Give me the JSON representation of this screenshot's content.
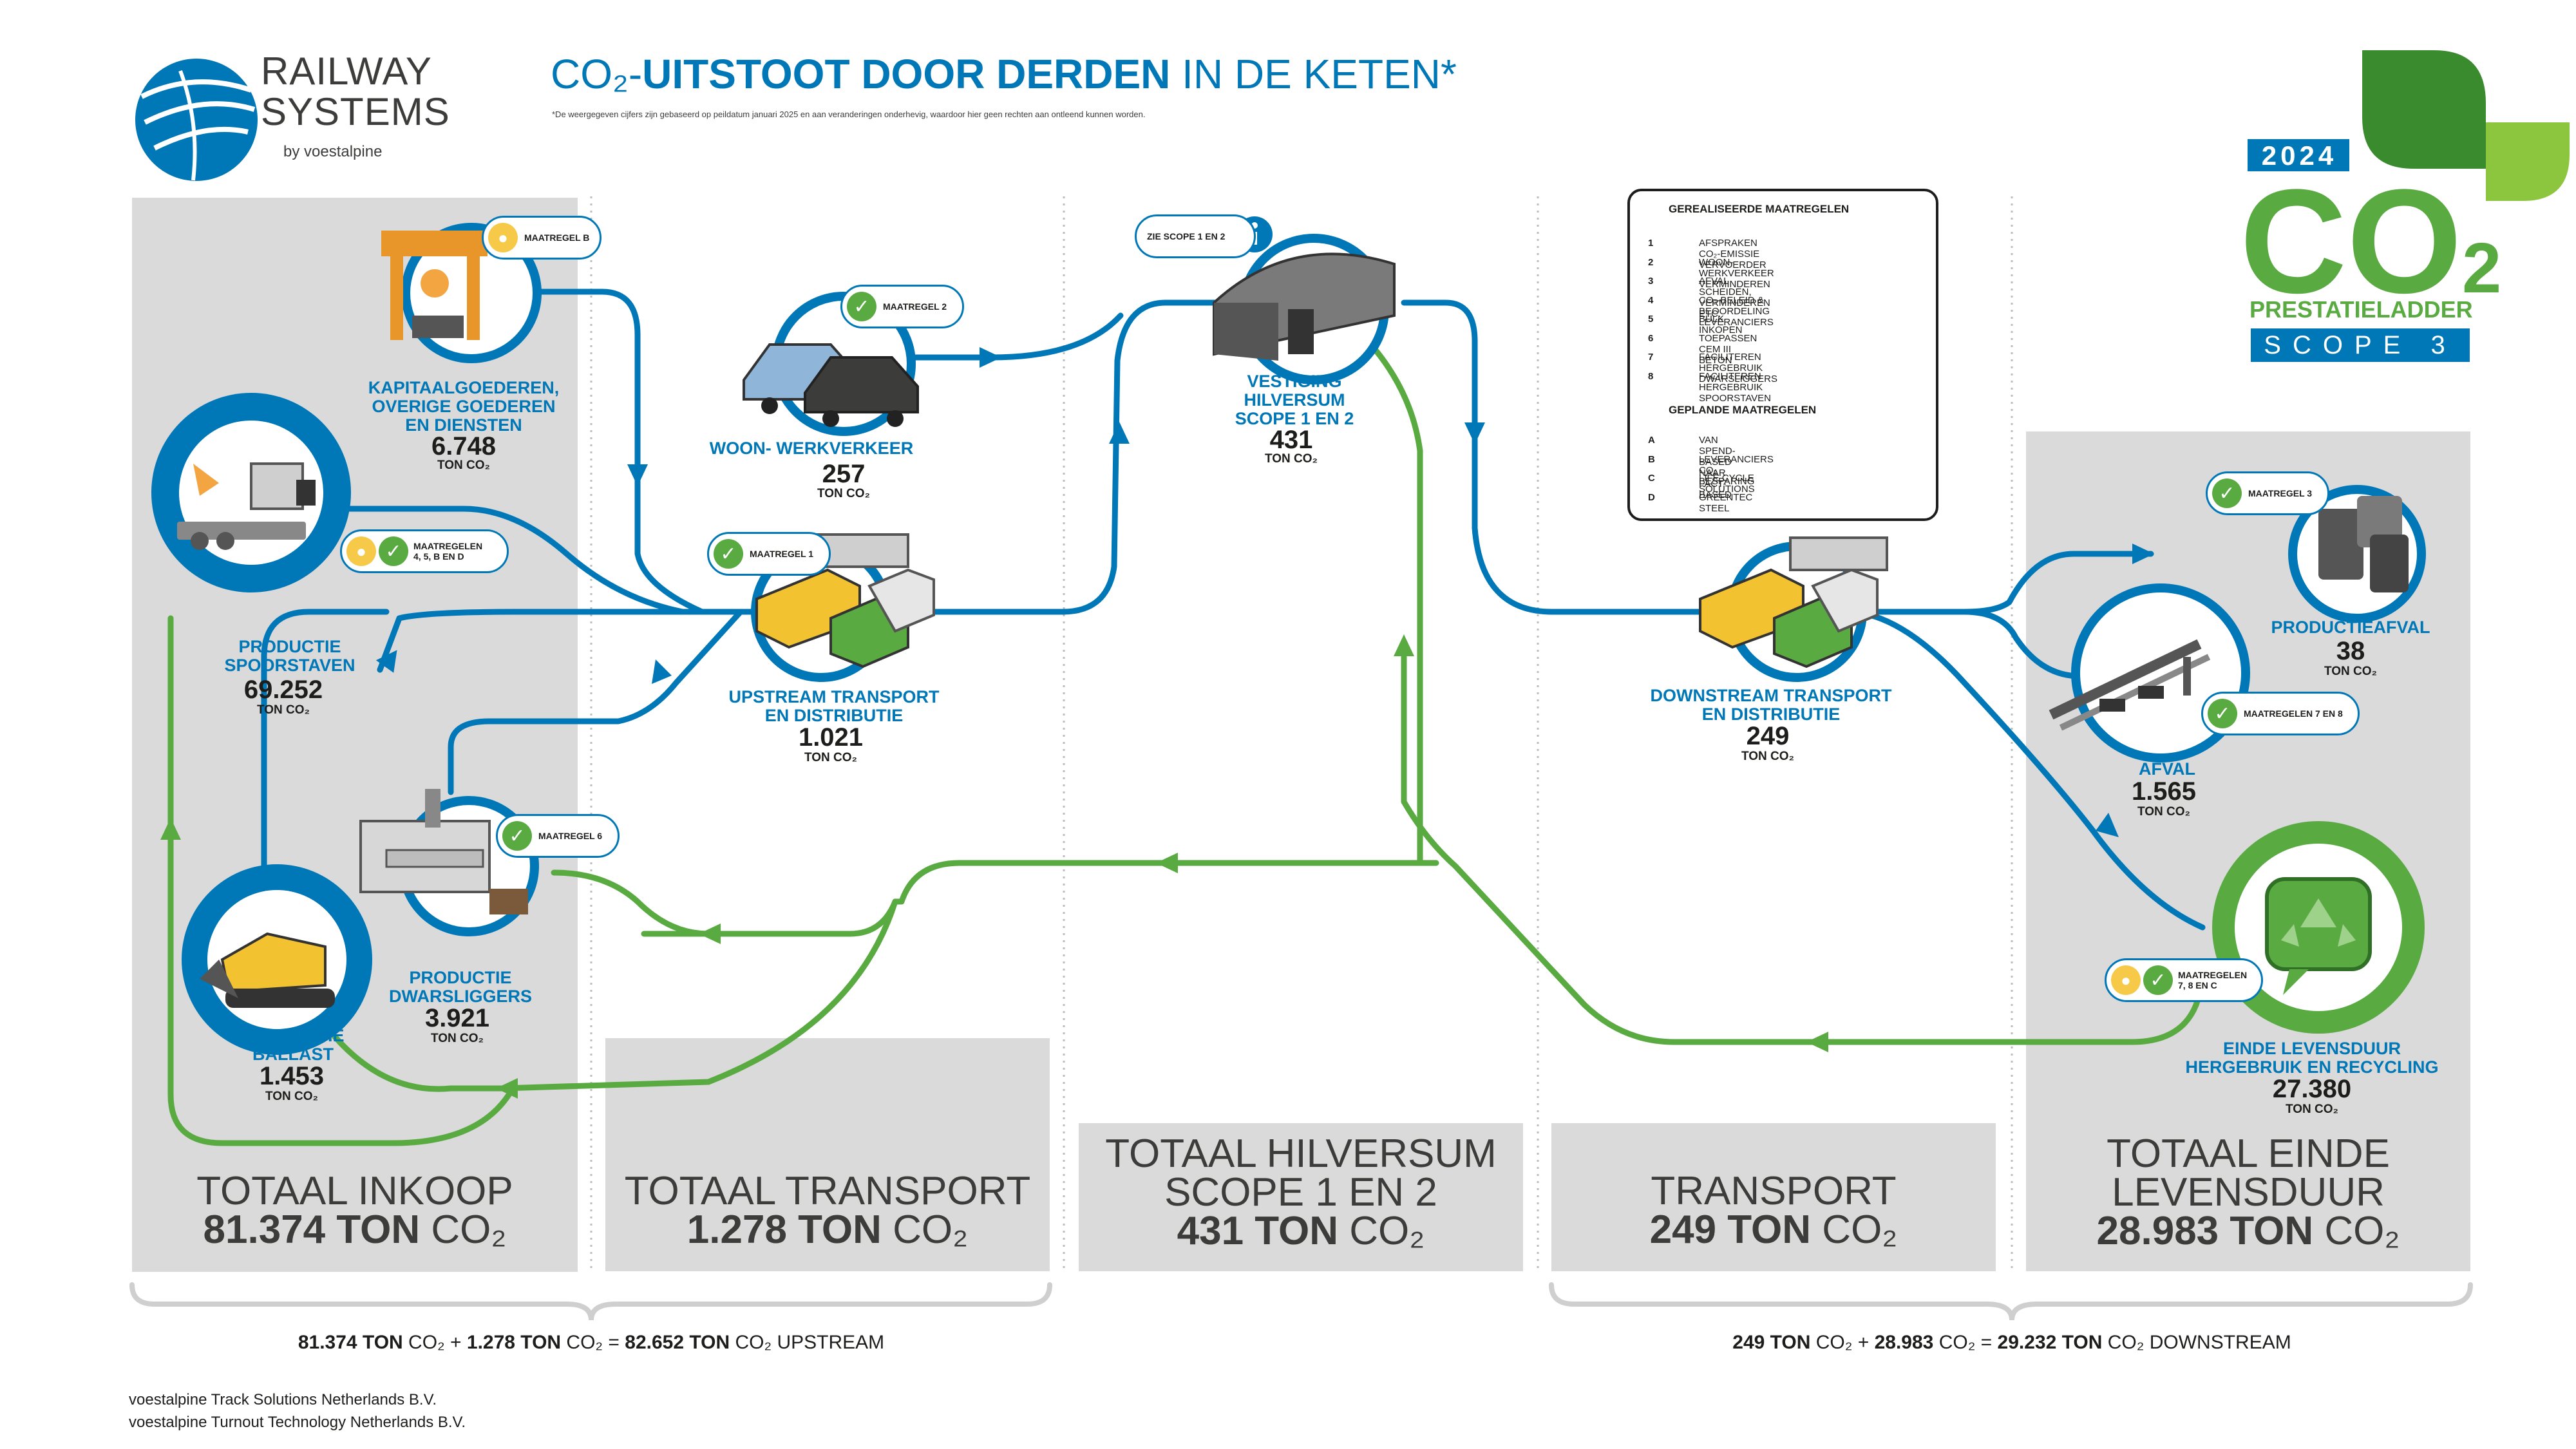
{
  "header": {
    "logo_line1": "RAILWAY",
    "logo_line2": "SYSTEMS",
    "logo_line3": "by voestalpine",
    "title_prefix": "CO₂-",
    "title_bold": "UITSTOOT DOOR DERDEN",
    "title_suffix": " IN DE KETEN*",
    "disclaimer": "*De weergegeven cijfers zijn gebaseerd op peildatum januari 2025 en aan veranderingen onderhevig, waardoor hier geen rechten aan ontleend kunnen worden."
  },
  "badge": {
    "year": "2024",
    "co2": "CO",
    "co2_sub": "2",
    "ladder": "PRESTATIELADDER",
    "scope": "SCOPE 3"
  },
  "nodes": {
    "kapitaal": {
      "label1": "KAPITAALGOEDEREN,",
      "label2": "OVERIGE GOEDEREN",
      "label3": "EN DIENSTEN",
      "value": "6.748",
      "unit": "TON CO₂"
    },
    "spoorstaven": {
      "label1": "PRODUCTIE",
      "label2": "SPOORSTAVEN",
      "value": "69.252",
      "unit": "TON CO₂"
    },
    "dwarsliggers": {
      "label1": "PRODUCTIE",
      "label2": "DWARSLIGGERS",
      "value": "3.921",
      "unit": "TON CO₂"
    },
    "ballast": {
      "label1": "PRODUCTIE",
      "label2": "BALLAST",
      "value": "1.453",
      "unit": "TON CO₂"
    },
    "woon": {
      "label1": "WOON- WERKVERKEER",
      "value": "257",
      "unit": "TON CO₂"
    },
    "upstream": {
      "label1": "UPSTREAM TRANSPORT",
      "label2": "EN DISTRIBUTIE",
      "value": "1.021",
      "unit": "TON CO₂"
    },
    "hilversum": {
      "label1": "VESTIGING",
      "label2": "HILVERSUM",
      "label3": "SCOPE 1 EN 2",
      "value": "431",
      "unit": "TON CO₂"
    },
    "downstream": {
      "label1": "DOWNSTREAM TRANSPORT",
      "label2": "EN DISTRIBUTIE",
      "value": "249",
      "unit": "TON CO₂"
    },
    "productieafval": {
      "label1": "PRODUCTIEAFVAL",
      "value": "38",
      "unit": "TON CO₂"
    },
    "afval": {
      "label1": "AFVAL",
      "value": "1.565",
      "unit": "TON CO₂"
    },
    "einde": {
      "label1": "EINDE LEVENSDUUR",
      "label2": "HERGEBRUIK EN RECYCLING",
      "value": "27.380",
      "unit": "TON CO₂"
    }
  },
  "pills": {
    "kapitaal": "MAATREGEL B",
    "spoorstaven_1": "MAATREGELEN",
    "spoorstaven_2": "4, 5, B EN D",
    "woon": "MAATREGEL 2",
    "upstream": "MAATREGEL 1",
    "dwarsliggers": "MAATREGEL 6",
    "hilversum": "ZIE SCOPE 1 EN 2",
    "productieafval": "MAATREGEL 3",
    "afval": "MAATREGELEN 7 EN 8",
    "einde_1": "MAATREGELEN",
    "einde_2": "7, 8 EN C"
  },
  "legend": {
    "realized_title": "GEREALISEERDE MAATREGELEN",
    "realized": [
      {
        "n": "1",
        "text": "AFSPRAKEN CO₂-EMISSIE VERVOERDER"
      },
      {
        "n": "2",
        "text": "WOON- WERKVERKEER VERMINDEREN"
      },
      {
        "n": "3",
        "text": "AFVAL SCHEIDEN, VERMINDEREN ETC."
      },
      {
        "n": "4",
        "text": "CO₂-BELEID & BEOORDELING LEVERANCIERS"
      },
      {
        "n": "5",
        "text": "BULK INKOPEN"
      },
      {
        "n": "6",
        "text": "TOEPASSEN CEM III BETON"
      },
      {
        "n": "7",
        "text": "FACILITEREN HERGEBRUIK DWARSLIGGERS"
      },
      {
        "n": "8",
        "text": "FACILITEREN HERGEBRUIK SPOORSTAVEN"
      }
    ],
    "planned_title": "GEPLANDE MAATREGELEN",
    "planned": [
      {
        "n": "A",
        "text": "VAN SPEND-BASED NAAR FACT-BASED"
      },
      {
        "n": "B",
        "text": "LEVERANCIERS CO₂ BESPARING"
      },
      {
        "n": "C",
        "text": "LIFE CYCLE SOLUTIONS"
      },
      {
        "n": "D",
        "text": "GREENTEC STEEL"
      }
    ]
  },
  "totals": {
    "inkoop_1": "TOTAAL INKOOP",
    "inkoop_2": "81.374 TON",
    "inkoop_3": "CO₂",
    "transport_1": "TOTAAL TRANSPORT",
    "transport_2": "1.278 TON",
    "transport_3": "CO₂",
    "hilversum_1": "TOTAAL HILVERSUM",
    "hilversum_2": "SCOPE 1 EN 2",
    "hilversum_3": "431 TON",
    "hilversum_4": "CO₂",
    "dtransport_1": "TRANSPORT",
    "dtransport_2": "249 TON",
    "dtransport_3": "CO₂",
    "einde_1": "TOTAAL EINDE",
    "einde_2": "LEVENSDUUR",
    "einde_3": "28.983 TON",
    "einde_4": "CO₂"
  },
  "sums": {
    "upstream": {
      "a": "81.374 TON",
      "a_u": " CO₂ + ",
      "b": "1.278 TON",
      "b_u": " CO₂ = ",
      "c": "82.652 TON",
      "c_u": " CO₂ UPSTREAM"
    },
    "downstream": {
      "a": "249 TON",
      "a_u": " CO₂ + ",
      "b": "28.983",
      "b_u": " CO₂ = ",
      "c": "29.232 TON",
      "c_u": " CO₂ DOWNSTREAM"
    }
  },
  "footer": {
    "line1": "voestalpine Track Solutions Netherlands B.V.",
    "line2": "voestalpine Turnout Technology Netherlands B.V."
  },
  "colors": {
    "blue": "#0077b6",
    "green": "#5aaa42",
    "panel": "#dadada",
    "text": "#1d1d1b",
    "bulb": "#f7c948"
  }
}
